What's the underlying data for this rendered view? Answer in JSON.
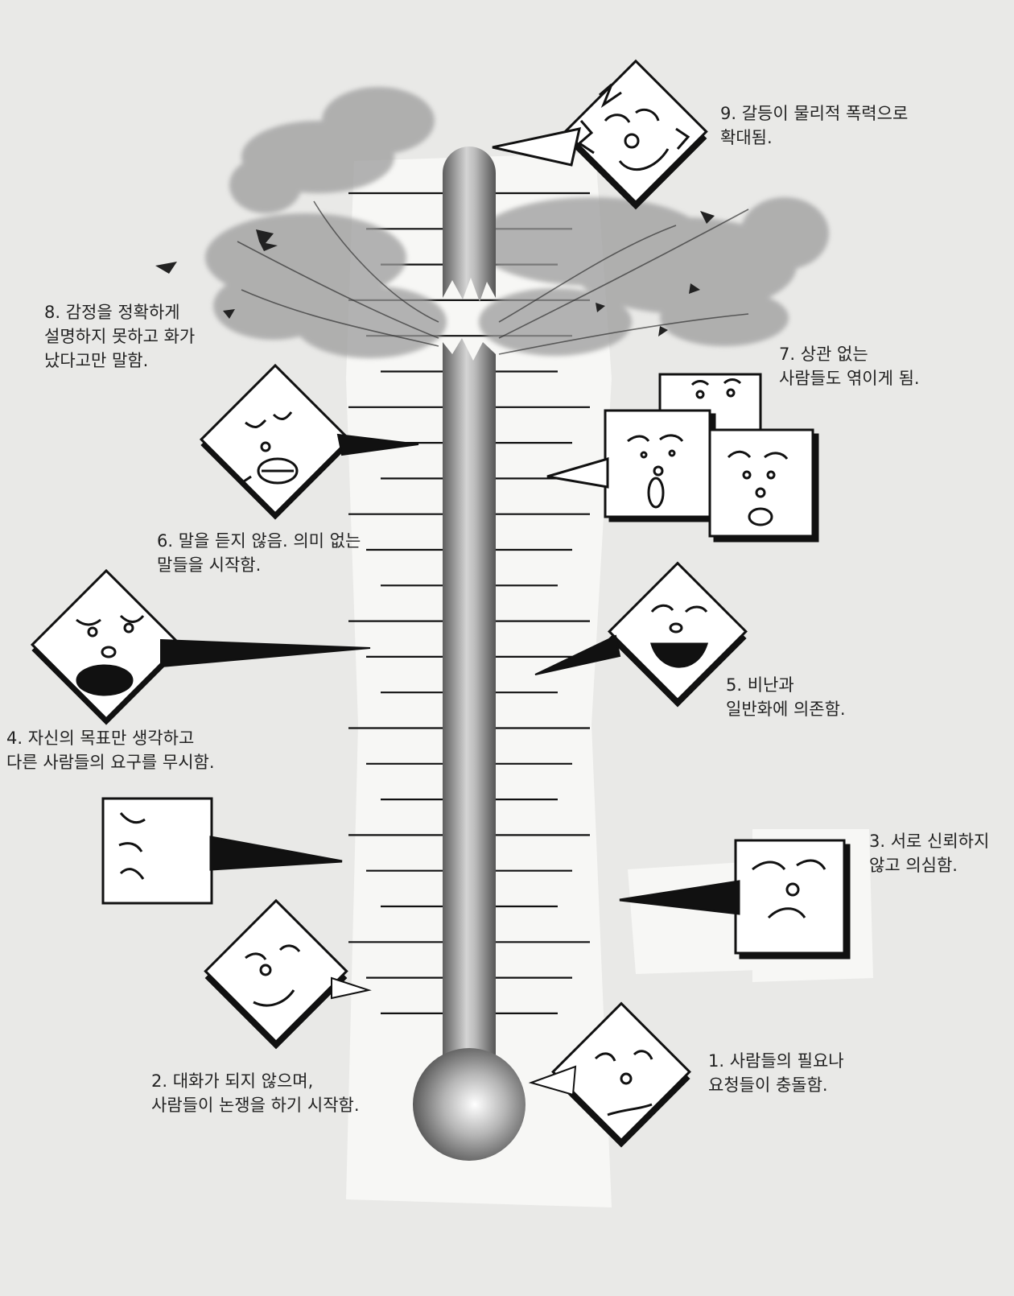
{
  "stages": [
    {
      "num": "1",
      "lines": [
        "1. 사람들의 필요나",
        "요청들이 충돌함."
      ]
    },
    {
      "num": "2",
      "lines": [
        "2. 대화가 되지 않으며,",
        "사람들이 논쟁을 하기 시작함."
      ]
    },
    {
      "num": "3",
      "lines": [
        "3. 서로 신뢰하지",
        "않고 의심함."
      ]
    },
    {
      "num": "4",
      "lines": [
        "4. 자신의 목표만 생각하고",
        "다른 사람들의 요구를 무시함."
      ]
    },
    {
      "num": "5",
      "lines": [
        "5. 비난과",
        "일반화에 의존함."
      ]
    },
    {
      "num": "6",
      "lines": [
        "6. 말을 듣지 않음. 의미 없는",
        "말들을 시작함."
      ]
    },
    {
      "num": "7",
      "lines": [
        "7. 상관 없는",
        "사람들도 엮이게 됨."
      ]
    },
    {
      "num": "8",
      "lines": [
        "8. 감정을 정확하게",
        "설명하지 못하고 화가",
        "났다고만 말함."
      ]
    },
    {
      "num": "9",
      "lines": [
        "9. 갈등이 물리적 폭력으로",
        "확대됨."
      ]
    }
  ],
  "colors": {
    "background": "#e9e9e7",
    "ink": "#111111",
    "thermometer": "#8a8a8a",
    "smoke": "#9a9a9a"
  }
}
